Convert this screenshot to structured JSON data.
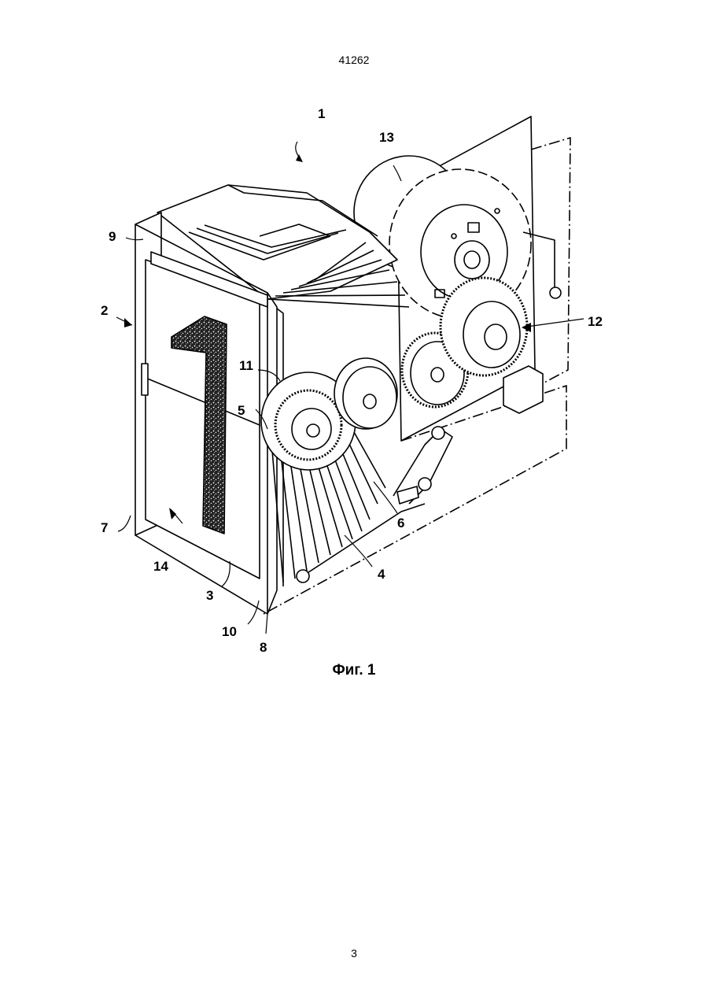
{
  "header": {
    "doc_number": "41262"
  },
  "figure": {
    "caption": "Фиг. 1",
    "display_digit": "1",
    "labels": {
      "l1": "1",
      "l2": "2",
      "l3": "3",
      "l4": "4",
      "l5": "5",
      "l6": "6",
      "l7": "7",
      "l8": "8",
      "l9": "9",
      "l10": "10",
      "l11": "11",
      "l12": "12",
      "l13": "13",
      "l14": "14"
    }
  },
  "footer": {
    "page_number": "3"
  }
}
